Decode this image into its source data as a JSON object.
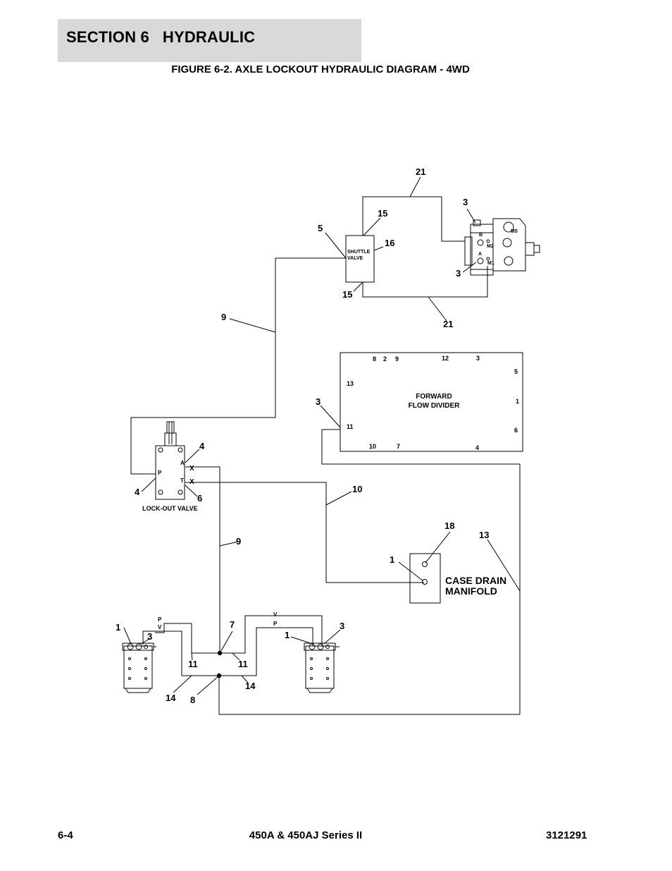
{
  "header": {
    "section_title": "SECTION 6   HYDRAULIC",
    "figure_title": "FIGURE 6-2. AXLE LOCKOUT HYDRAULIC DIAGRAM - 4WD"
  },
  "diagram": {
    "components": {
      "shuttle_valve_line1": "SHUTTLE",
      "shuttle_valve_line2": "VALVE",
      "flow_divider_line1": "FORWARD",
      "flow_divider_line2": "FLOW DIVIDER",
      "case_drain_line1": "CASE DRAIN",
      "case_drain_line2": "MANIFOLD",
      "lockout_valve": "LOCK-OUT VALVE"
    },
    "pump_ports": {
      "b": "B",
      "m2": "M2",
      "a": "A",
      "m1": "M1",
      "m5": "M5"
    },
    "lockout_ports": {
      "p": "P",
      "a": "A",
      "t": "T",
      "x1": "X",
      "x2": "X"
    },
    "cylinder_ports": {
      "left_p": "P",
      "left_v": "V",
      "right_v": "V",
      "right_p": "P"
    },
    "flow_divider_ports": [
      "8",
      "2",
      "9",
      "12",
      "3",
      "13",
      "5",
      "1",
      "11",
      "6",
      "10",
      "7",
      "4"
    ],
    "callouts": {
      "c21_top": "21",
      "c15_top": "15",
      "c5": "5",
      "c16": "16",
      "c3_pump_top": "3",
      "c3_pump_bottom": "3",
      "c15_bottom": "15",
      "c21_bottom": "21",
      "c9_upper": "9",
      "c3_divider": "3",
      "c4_upper": "4",
      "c4_lower": "4",
      "c6": "6",
      "c10": "10",
      "c18": "18",
      "c13": "13",
      "c9_lower": "9",
      "c1_drain": "1",
      "c1_left": "1",
      "c3_left": "3",
      "c7": "7",
      "c11_left": "11",
      "c11_right": "11",
      "c14_left": "14",
      "c8": "8",
      "c14_right": "14",
      "c1_right": "1",
      "c3_right": "3"
    }
  },
  "footer": {
    "page_number": "6-4",
    "model": "450A & 450AJ Series II",
    "doc_number": "3121291"
  }
}
